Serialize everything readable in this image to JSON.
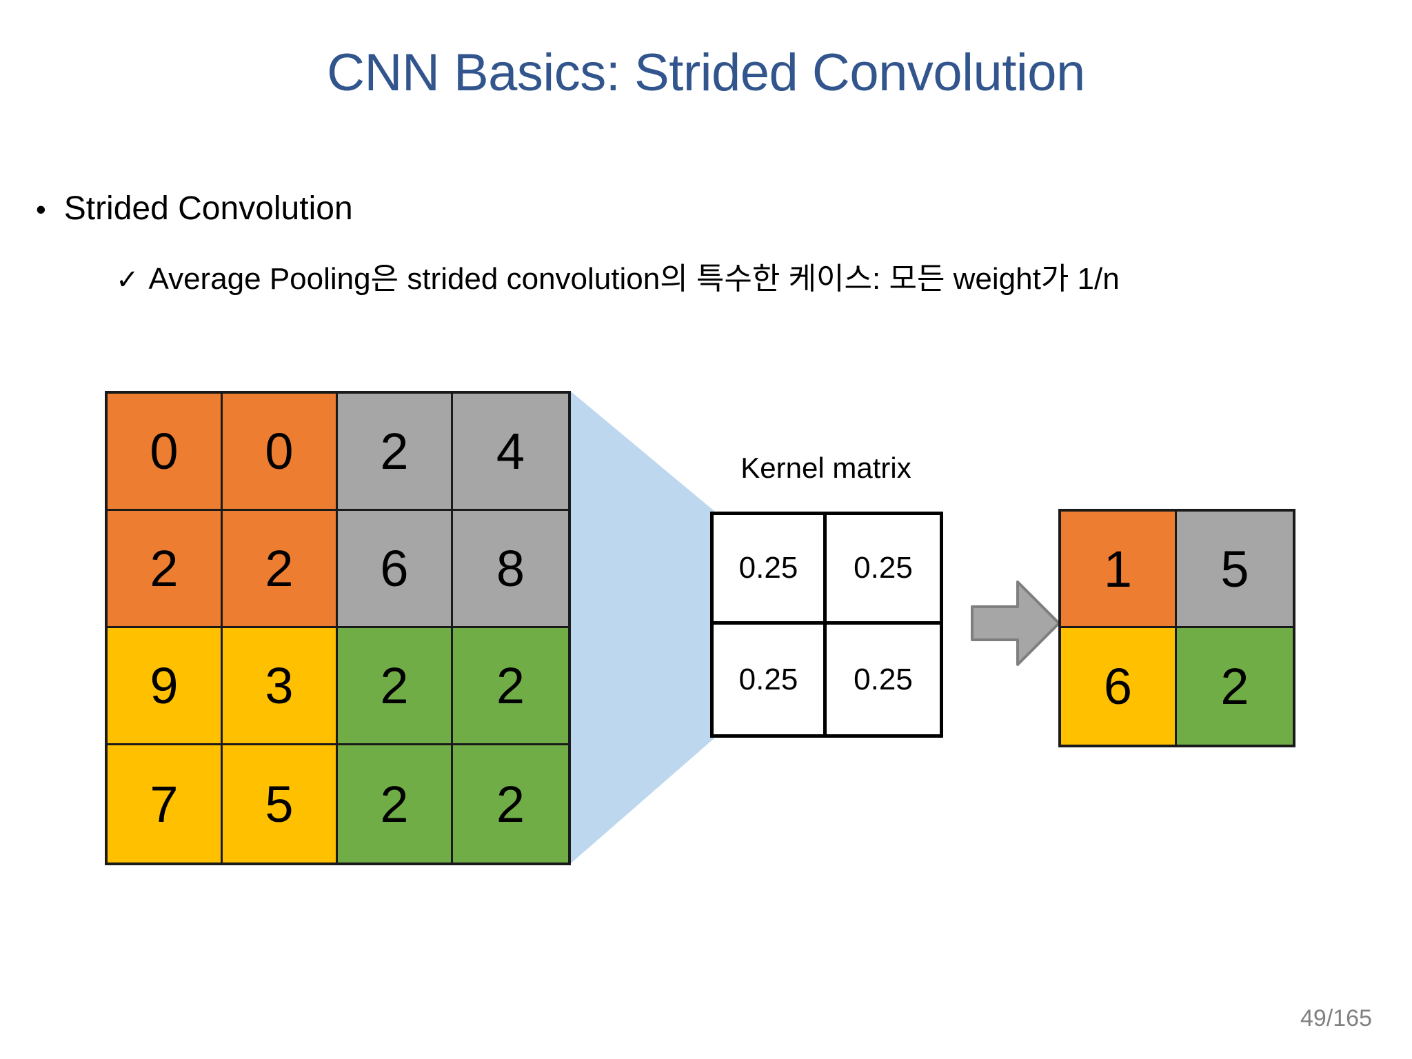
{
  "slide": {
    "title": "CNN Basics: Strided Convolution",
    "title_color": "#31558C",
    "page_number": "49/165",
    "page_number_color": "#808080",
    "background_color": "#FFFFFF"
  },
  "body": {
    "bullet_level1": {
      "marker": "•",
      "text": "Strided Convolution"
    },
    "bullet_level2": {
      "marker": "✓",
      "text": "Average Pooling은 strided convolution의 특수한 케이스: 모든 weight가 1/n"
    }
  },
  "diagram": {
    "palette": {
      "orange": "#ED7D31",
      "gray": "#A6A6A6",
      "yellow": "#FFC000",
      "green": "#70AD47",
      "funnel_blue": "#BDD7EE",
      "arrow_fill": "#A6A6A6",
      "arrow_stroke": "#7F7F7F",
      "grid_line": "#1A1A1A",
      "kernel_line": "#000000",
      "kernel_fill": "#FFFFFF"
    },
    "input_matrix": {
      "rows": 4,
      "cols": 4,
      "cells": [
        {
          "value": "0",
          "color": "#ED7D31"
        },
        {
          "value": "0",
          "color": "#ED7D31"
        },
        {
          "value": "2",
          "color": "#A6A6A6"
        },
        {
          "value": "4",
          "color": "#A6A6A6"
        },
        {
          "value": "2",
          "color": "#ED7D31"
        },
        {
          "value": "2",
          "color": "#ED7D31"
        },
        {
          "value": "6",
          "color": "#A6A6A6"
        },
        {
          "value": "8",
          "color": "#A6A6A6"
        },
        {
          "value": "9",
          "color": "#FFC000"
        },
        {
          "value": "3",
          "color": "#FFC000"
        },
        {
          "value": "2",
          "color": "#70AD47"
        },
        {
          "value": "2",
          "color": "#70AD47"
        },
        {
          "value": "7",
          "color": "#FFC000"
        },
        {
          "value": "5",
          "color": "#FFC000"
        },
        {
          "value": "2",
          "color": "#70AD47"
        },
        {
          "value": "2",
          "color": "#70AD47"
        }
      ]
    },
    "kernel_matrix": {
      "label": "Kernel matrix",
      "rows": 2,
      "cols": 2,
      "cells": [
        {
          "value": "0.25"
        },
        {
          "value": "0.25"
        },
        {
          "value": "0.25"
        },
        {
          "value": "0.25"
        }
      ]
    },
    "output_matrix": {
      "rows": 2,
      "cols": 2,
      "cells": [
        {
          "value": "1",
          "color": "#ED7D31"
        },
        {
          "value": "5",
          "color": "#A6A6A6"
        },
        {
          "value": "6",
          "color": "#FFC000"
        },
        {
          "value": "2",
          "color": "#70AD47"
        }
      ]
    }
  }
}
